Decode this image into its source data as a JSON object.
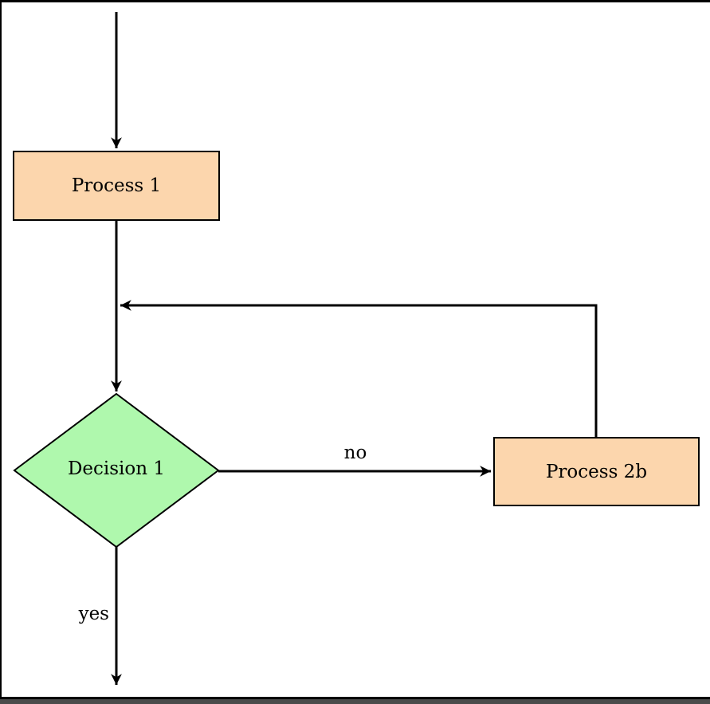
{
  "diagram": {
    "type": "flowchart",
    "nodes": [
      {
        "id": "process-1",
        "shape": "rectangle",
        "label": "Process 1",
        "fill": "#FCD6AD"
      },
      {
        "id": "decision-1",
        "shape": "diamond",
        "label": "Decision 1",
        "fill": "#AFF8AD"
      },
      {
        "id": "process-2b",
        "shape": "rectangle",
        "label": "Process 2b",
        "fill": "#FCD6AD"
      }
    ],
    "edges": [
      {
        "from": "start",
        "to": "process-1",
        "label": ""
      },
      {
        "from": "process-1",
        "to": "decision-1",
        "label": ""
      },
      {
        "from": "decision-1",
        "to": "process-2b",
        "label": "no"
      },
      {
        "from": "decision-1",
        "to": "end",
        "label": "yes"
      },
      {
        "from": "process-2b",
        "to": "decision-1-inlet",
        "label": ""
      }
    ],
    "edge_labels": {
      "decision_no": "no",
      "decision_yes": "yes"
    },
    "colors": {
      "node_process_fill": "#FCD6AD",
      "node_decision_fill": "#AFF8AD",
      "line": "#000000",
      "frame": "#000000",
      "frame_shadow": "#4B4B4B",
      "background": "#FFFFFF"
    }
  }
}
